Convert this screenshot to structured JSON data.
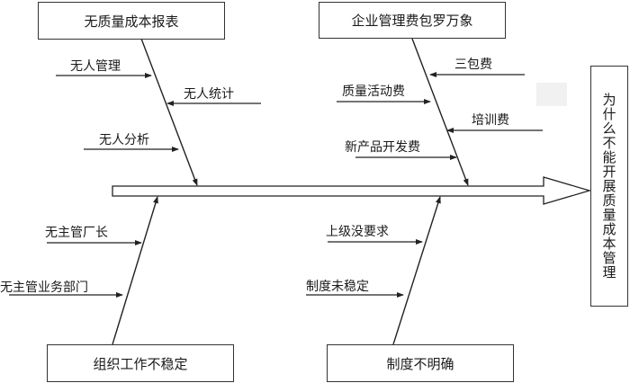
{
  "effect": "为什么不能开展质量成本管理",
  "causes": [
    {
      "category": "无质量成本报表",
      "items": [
        "无人管理",
        "无人统计",
        "无人分析"
      ]
    },
    {
      "category": "企业管理费包罗万象",
      "items": [
        "三包费",
        "质量活动费",
        "培训费",
        "新产品开发费"
      ]
    },
    {
      "category": "组织工作不稳定",
      "items": [
        "无主管厂长",
        "无主管业务部门"
      ]
    },
    {
      "category": "制度不明确",
      "items": [
        "上级没要求",
        "制度未稳定"
      ]
    }
  ],
  "colors": {
    "line": "#222222",
    "background": "#ffffff"
  }
}
